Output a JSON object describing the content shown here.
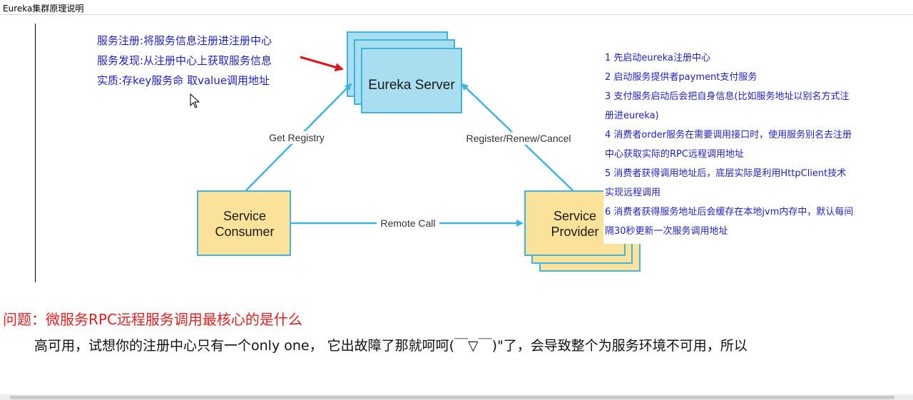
{
  "window": {
    "title": "Eureka集群原理说明"
  },
  "definitions": [
    "服务注册:将服务信息注册进注册中心",
    "服务发现:从注册中心上获取服务信息",
    "实质:存key服务命 取value调用地址"
  ],
  "diagram": {
    "server": "Eureka Server",
    "consumer": [
      "Service",
      "Consumer"
    ],
    "provider": [
      "Service",
      "Provider"
    ],
    "edge_get_registry": "Get Registry",
    "edge_register": "Register/Renew/Cancel",
    "edge_remote_call": "Remote Call"
  },
  "steps": [
    "1 先启动eureka注册中心",
    "2 启动服务提供者payment支付服务",
    "3 支付服务启动后会把自身信息(比如服务地址以别名方式注",
    "册进eureka)",
    "4 消费者order服务在需要调用接口时，使用服务别名去注册",
    "中心获取实际的RPC远程调用地址",
    "5 消费者获得调用地址后，底层实际是利用HttpClient技术",
    "实现远程调用",
    "6 消费者获得服务地址后会缓存在本地jvm内存中，默认每间",
    "隔30秒更新一次服务调用地址"
  ],
  "question": "问题：微服务RPC远程服务调用最核心的是什么",
  "answer": "高可用，试想你的注册中心只有一个only one， 它出故障了那就呵呵(￣▽￣)\"了，会导致整个为服务环境不可用，所以",
  "colors": {
    "server_fill": "#a9def0",
    "server_stroke": "#3eb3e0",
    "service_fill": "#fbe29a",
    "service_stroke": "#42b4e4",
    "arrow": "#3eb3e0",
    "annotation_arrow": "#e0141a",
    "definitions_text": "#1f1fbf",
    "question_text": "#e02020"
  }
}
